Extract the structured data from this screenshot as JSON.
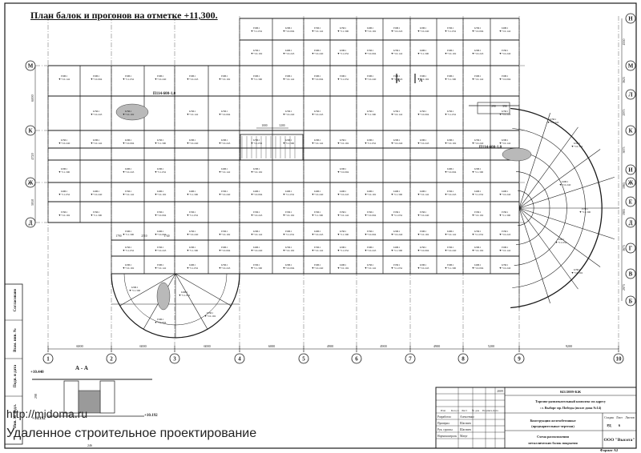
{
  "title": "План балок и прогонов на отметке +11,300.",
  "watermark": {
    "url": "http://midoma.ru",
    "text": "Удаленное строительное проектирование"
  },
  "axes_letters": [
    "Н",
    "М",
    "Л",
    "К",
    "И",
    "Ж",
    "Е",
    "Д",
    "Г",
    "В",
    "Б"
  ],
  "axes_numbers": [
    "1",
    "2",
    "3",
    "4",
    "5",
    "6",
    "7",
    "8",
    "9",
    "10"
  ],
  "dims_bottom": [
    "6000",
    "6000",
    "6000",
    "6000",
    "4900",
    "4900",
    "4900",
    "5200",
    "9200"
  ],
  "dims_left": [
    "6000",
    "4720",
    "3010"
  ],
  "dims_right": [
    "4350",
    "3625",
    "2975",
    "3675",
    "1965",
    "1905",
    "3675",
    "2975"
  ],
  "beam_marks": [
    "I30Б1",
    "I25Б1",
    "I20Б1",
    "I40Б1",
    "I35Б1"
  ],
  "level_marks": [
    "+10.142",
    "+10.240",
    "+11.300",
    "+11.052",
    "+10.192",
    "+10.094",
    "+10.243"
  ],
  "truss_labels": [
    "П114-600-1,0",
    "П114-600-1,0"
  ],
  "section_marker": "A",
  "dims_inner": [
    "1790",
    "2510",
    "1740",
    "1000",
    "3200",
    "290",
    "390"
  ],
  "section": {
    "title": "А - А",
    "levels": [
      "+10.440",
      "+10.192",
      "+10.192"
    ],
    "dims": [
      "298",
      "246"
    ]
  },
  "side_stamp": [
    "Согласовано",
    "Взам. инв. №",
    "Подп. и дата",
    "Инв. № подл."
  ],
  "stamp": {
    "code": "043/2009-КЖ",
    "project": "Торгово-развлекательный комплекс по адресу: г. Выборг пр. Победы (возле дома №14)",
    "stage_title": "Конструкции железобетонные (предварительные чертежи)",
    "sheet_title": "Схема расположения металлических балок покрытия",
    "stage_head": [
      "Стадия",
      "Лист",
      "Листов"
    ],
    "stage_vals": [
      "РД",
      "6",
      ""
    ],
    "company": "ООО \"Высота\"",
    "year": "2009",
    "header_row": [
      "Изм",
      "Кол.уч",
      "Лист",
      "№ док",
      "Подпись",
      "Дата"
    ],
    "people_roles": [
      "Разработал",
      "Проверил",
      "Рук. группы",
      "Нормоконтроль"
    ],
    "people_names": [
      "Алексеенко",
      "Шагичев",
      "Шагичев",
      "Мачуг"
    ],
    "format": "Формат А2"
  },
  "colors": {
    "ink": "#1a1a1a",
    "blob": "#b9b9b9",
    "hatch": "#9a9a9a"
  }
}
